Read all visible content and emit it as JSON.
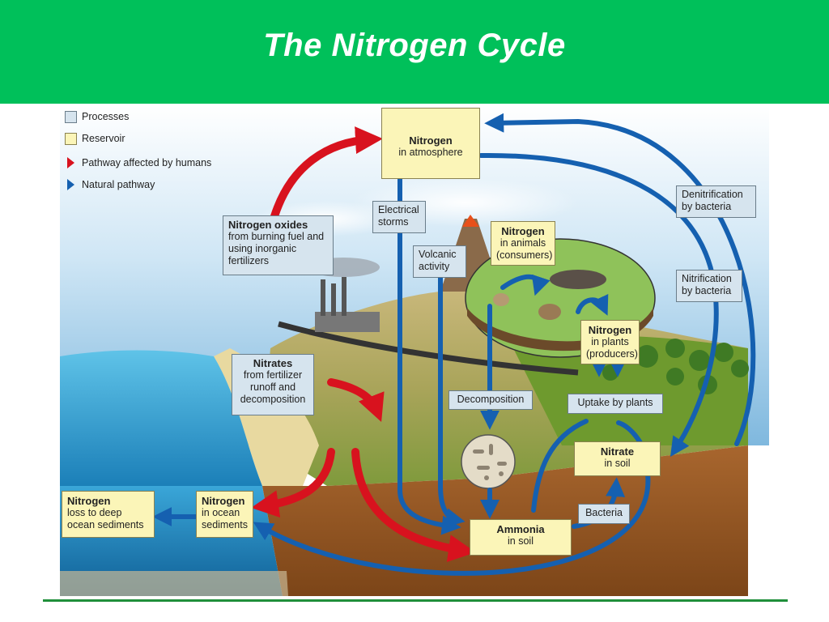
{
  "title": "The Nitrogen Cycle",
  "colors": {
    "header": "#00c05a",
    "human_pathway": "#d8121e",
    "natural_pathway": "#1560b0",
    "process_fill": "#d6e4ee",
    "reservoir_fill": "#fbf5b8"
  },
  "legend": {
    "processes": "Processes",
    "reservoir": "Reservoir",
    "human": "Pathway affected by humans",
    "natural": "Natural pathway"
  },
  "boxes": {
    "atmosphere": {
      "bold": "Nitrogen",
      "sub": "in atmosphere"
    },
    "oxides": {
      "bold": "Nitrogen oxides",
      "sub": "from burning fuel and using inorganic fertilizers"
    },
    "storms": {
      "text": "Electrical storms"
    },
    "volcanic": {
      "text": "Volcanic activity"
    },
    "animals": {
      "bold": "Nitrogen",
      "sub": "in animals (consumers)"
    },
    "plants": {
      "bold": "Nitrogen",
      "sub": "in plants (producers)"
    },
    "denitrification": {
      "text": "Denitrification by bacteria"
    },
    "nitrification": {
      "text": "Nitrification by bacteria"
    },
    "nitrates": {
      "bold": "Nitrates",
      "sub": "from fertilizer runoff and decomposition"
    },
    "decomposition": {
      "text": "Decomposition"
    },
    "uptake": {
      "text": "Uptake by plants"
    },
    "nitrate_soil": {
      "bold": "Nitrate",
      "sub": "in soil"
    },
    "bacteria": {
      "text": "Bacteria"
    },
    "ammonia": {
      "bold": "Ammonia",
      "sub": "in soil"
    },
    "ocean_sediments": {
      "bold": "Nitrogen",
      "sub": "in ocean sediments"
    },
    "deep_loss": {
      "bold": "Nitrogen",
      "sub": "loss to deep ocean sediments"
    }
  }
}
